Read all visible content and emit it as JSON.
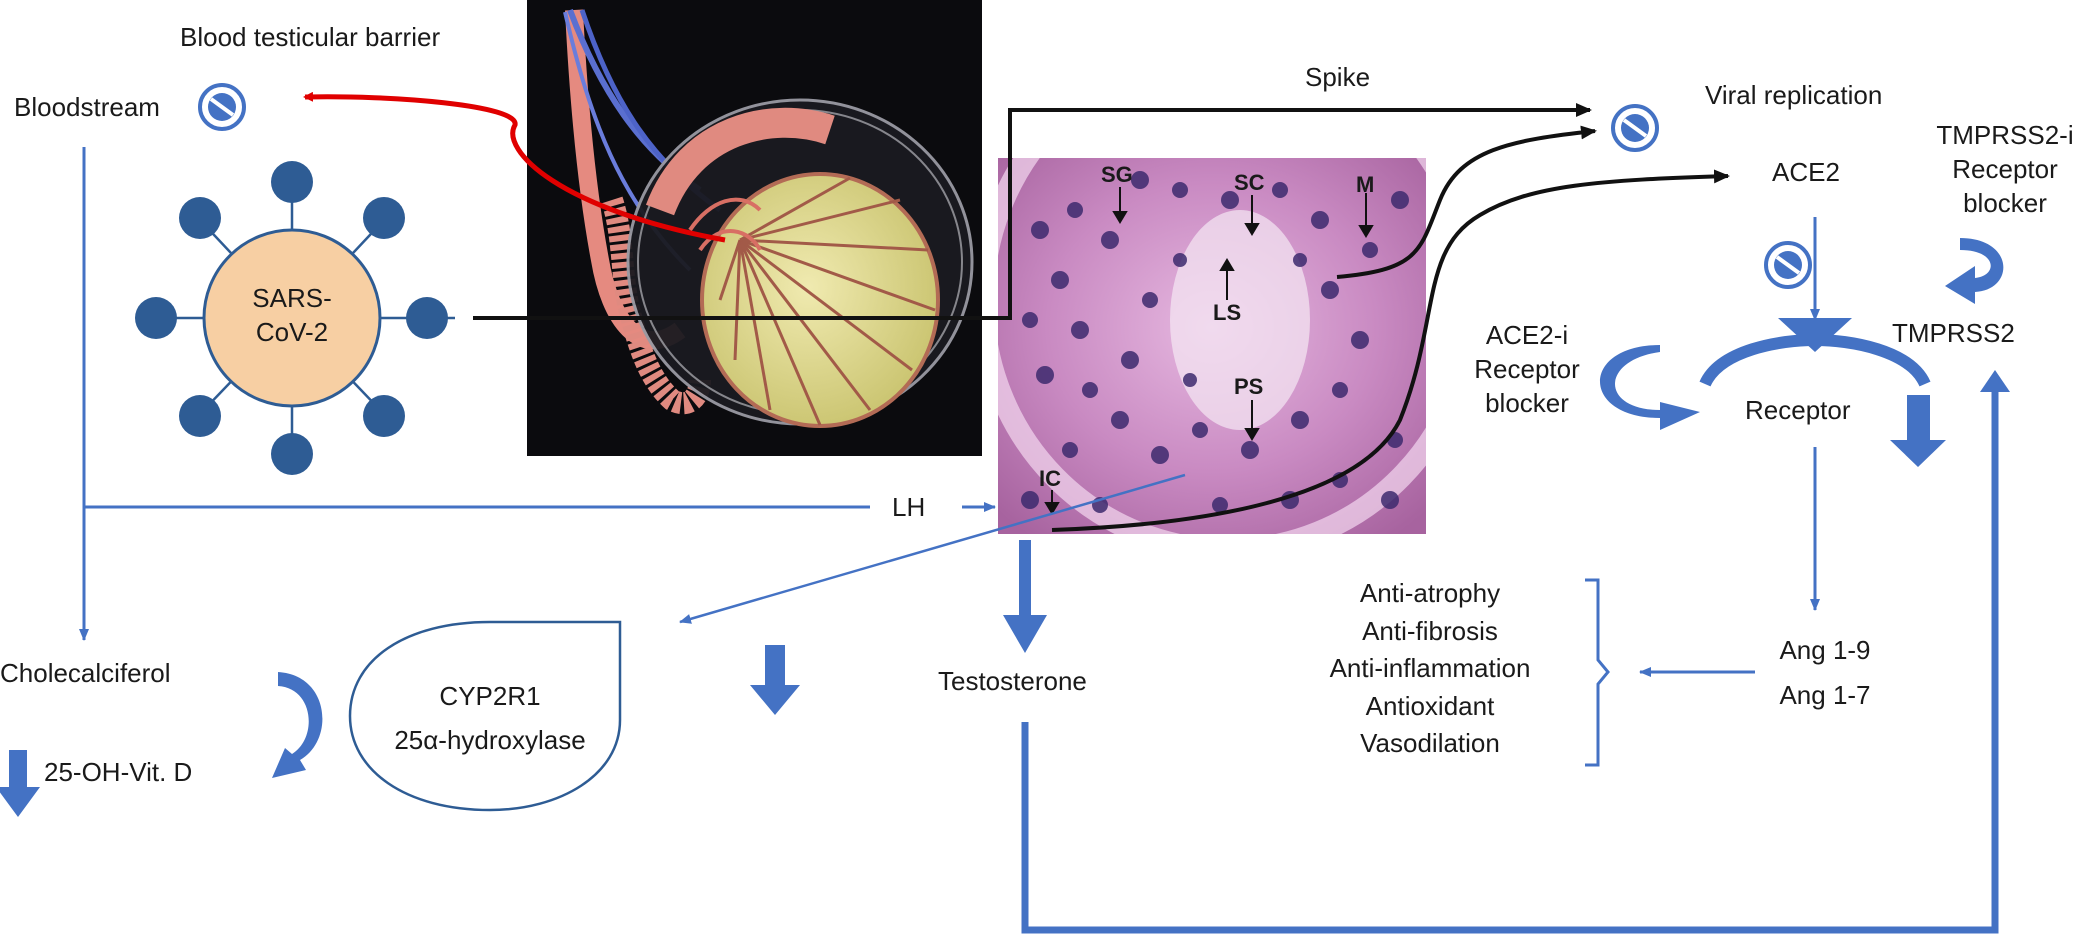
{
  "labels": {
    "blood_testicular_barrier": "Blood testicular barrier",
    "bloodstream": "Bloodstream",
    "virus_line1": "SARS-",
    "virus_line2": "CoV-2",
    "spike": "Spike",
    "viral_replication": "Viral replication",
    "ace2": "ACE2",
    "tmprss2_i": [
      "TMPRSS2-i",
      "Receptor",
      "blocker"
    ],
    "ace2_i": [
      "ACE2-i",
      "Receptor",
      "blocker"
    ],
    "tmprss2": "TMPRSS2",
    "receptor": "Receptor",
    "lh": "LH",
    "cholecalciferol": "Cholecalciferol",
    "vitd": "25-OH-Vit. D",
    "cyp_line1": "CYP2R1",
    "cyp_line2": "25α-hydroxylase",
    "testosterone": "Testosterone",
    "effects": [
      "Anti-atrophy",
      "Anti-fibrosis",
      "Anti-inflammation",
      "Antioxidant",
      "Vasodilation"
    ],
    "ang_1_9": "Ang 1-9",
    "ang_1_7": "Ang 1-7"
  },
  "histology_labels": [
    "SG",
    "SC",
    "M",
    "LS",
    "PS",
    "IC"
  ],
  "colors": {
    "accent_blue": "#4472c4",
    "dark_blue": "#2e5c94",
    "virus_body": "#f7cfa3",
    "barrier_arrow": "#e00000",
    "line_black": "#111111",
    "histology_bg": "#c98ac2"
  },
  "icons": [
    "no-entry-icon",
    "testis-illustration",
    "histology-micrograph"
  ]
}
